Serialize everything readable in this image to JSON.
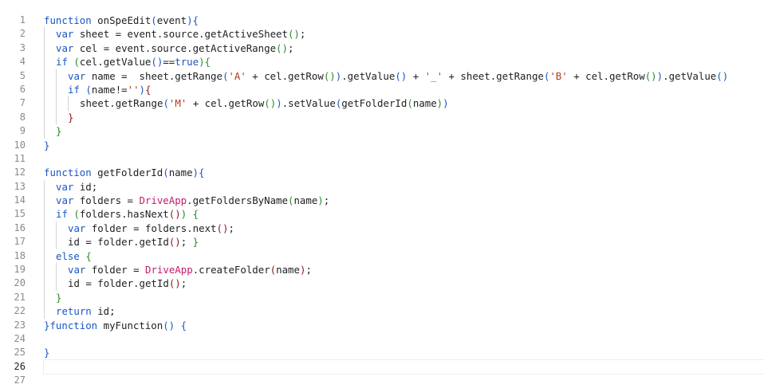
{
  "editor": {
    "current_line": 26,
    "lines": [
      {
        "n": "1",
        "indent": 0,
        "tokens": [
          [
            "kw",
            "function"
          ],
          [
            "t",
            " onSpeEdit"
          ],
          [
            "p1",
            "("
          ],
          [
            "t",
            "event"
          ],
          [
            "p1",
            ")"
          ],
          [
            "p1",
            "{"
          ]
        ]
      },
      {
        "n": "2",
        "indent": 1,
        "tokens": [
          [
            "kw",
            "var"
          ],
          [
            "t",
            " sheet = event.source.getActiveSheet"
          ],
          [
            "p2",
            "()"
          ],
          [
            "t",
            ";"
          ]
        ]
      },
      {
        "n": "3",
        "indent": 1,
        "tokens": [
          [
            "kw",
            "var"
          ],
          [
            "t",
            " cel = event.source.getActiveRange"
          ],
          [
            "p2",
            "()"
          ],
          [
            "t",
            ";"
          ]
        ]
      },
      {
        "n": "4",
        "indent": 1,
        "tokens": [
          [
            "kw",
            "if"
          ],
          [
            "t",
            " "
          ],
          [
            "p2",
            "("
          ],
          [
            "t",
            "cel.getValue"
          ],
          [
            "p1",
            "()"
          ],
          [
            "t",
            "=="
          ],
          [
            "kw",
            "true"
          ],
          [
            "p2",
            ")"
          ],
          [
            "p2",
            "{"
          ]
        ]
      },
      {
        "n": "5",
        "indent": 2,
        "tokens": [
          [
            "kw",
            "var"
          ],
          [
            "t",
            " name =  sheet.getRange"
          ],
          [
            "p1",
            "("
          ],
          [
            "str",
            "'A'"
          ],
          [
            "t",
            " + cel.getRow"
          ],
          [
            "p2",
            "()"
          ],
          [
            "p1",
            ")"
          ],
          [
            "t",
            ".getValue"
          ],
          [
            "p1",
            "()"
          ],
          [
            "t",
            " + "
          ],
          [
            "str",
            "'_'"
          ],
          [
            "t",
            " + sheet.getRange"
          ],
          [
            "p1",
            "("
          ],
          [
            "str",
            "'B'"
          ],
          [
            "t",
            " + cel.getRow"
          ],
          [
            "p2",
            "()"
          ],
          [
            "p1",
            ")"
          ],
          [
            "t",
            ".getValue"
          ],
          [
            "p1",
            "()"
          ]
        ]
      },
      {
        "n": "6",
        "indent": 2,
        "tokens": [
          [
            "kw",
            "if"
          ],
          [
            "t",
            " "
          ],
          [
            "p1",
            "("
          ],
          [
            "t",
            "name!="
          ],
          [
            "str",
            "''"
          ],
          [
            "p1",
            ")"
          ],
          [
            "p3",
            "{"
          ]
        ]
      },
      {
        "n": "7",
        "indent": 3,
        "tokens": [
          [
            "t",
            "sheet.getRange"
          ],
          [
            "p1",
            "("
          ],
          [
            "str",
            "'M'"
          ],
          [
            "t",
            " + cel.getRow"
          ],
          [
            "p2",
            "()"
          ],
          [
            "p1",
            ")"
          ],
          [
            "t",
            ".setValue"
          ],
          [
            "p1",
            "("
          ],
          [
            "t",
            "getFolderId"
          ],
          [
            "p2",
            "("
          ],
          [
            "t",
            "name"
          ],
          [
            "p2",
            ")"
          ],
          [
            "p1",
            ")"
          ]
        ]
      },
      {
        "n": "8",
        "indent": 2,
        "tokens": [
          [
            "p3",
            "}"
          ]
        ]
      },
      {
        "n": "9",
        "indent": 1,
        "tokens": [
          [
            "p2",
            "}"
          ]
        ]
      },
      {
        "n": "10",
        "indent": 0,
        "tokens": [
          [
            "p1",
            "}"
          ]
        ]
      },
      {
        "n": "11",
        "indent": 0,
        "tokens": []
      },
      {
        "n": "12",
        "indent": 0,
        "tokens": [
          [
            "kw",
            "function"
          ],
          [
            "t",
            " getFolderId"
          ],
          [
            "p1",
            "("
          ],
          [
            "t",
            "name"
          ],
          [
            "p1",
            ")"
          ],
          [
            "p1",
            "{"
          ]
        ]
      },
      {
        "n": "13",
        "indent": 1,
        "tokens": [
          [
            "kw",
            "var"
          ],
          [
            "t",
            " id;"
          ]
        ]
      },
      {
        "n": "14",
        "indent": 1,
        "tokens": [
          [
            "kw",
            "var"
          ],
          [
            "t",
            " folders = "
          ],
          [
            "cls",
            "DriveApp"
          ],
          [
            "t",
            ".getFoldersByName"
          ],
          [
            "p2",
            "("
          ],
          [
            "t",
            "name"
          ],
          [
            "p2",
            ")"
          ],
          [
            "t",
            ";"
          ]
        ]
      },
      {
        "n": "15",
        "indent": 1,
        "tokens": [
          [
            "kw",
            "if"
          ],
          [
            "t",
            " "
          ],
          [
            "p2",
            "("
          ],
          [
            "t",
            "folders.hasNext"
          ],
          [
            "p3",
            "()"
          ],
          [
            "p2",
            ")"
          ],
          [
            "t",
            " "
          ],
          [
            "p2",
            "{"
          ]
        ]
      },
      {
        "n": "16",
        "indent": 2,
        "tokens": [
          [
            "kw",
            "var"
          ],
          [
            "t",
            " folder = folders.next"
          ],
          [
            "p3",
            "()"
          ],
          [
            "t",
            ";"
          ]
        ]
      },
      {
        "n": "17",
        "indent": 2,
        "tokens": [
          [
            "t",
            "id = folder.getId"
          ],
          [
            "p3",
            "()"
          ],
          [
            "t",
            "; "
          ],
          [
            "p2",
            "}"
          ]
        ]
      },
      {
        "n": "18",
        "indent": 1,
        "tokens": [
          [
            "kw",
            "else"
          ],
          [
            "t",
            " "
          ],
          [
            "p2",
            "{"
          ]
        ]
      },
      {
        "n": "19",
        "indent": 2,
        "tokens": [
          [
            "kw",
            "var"
          ],
          [
            "t",
            " folder = "
          ],
          [
            "cls",
            "DriveApp"
          ],
          [
            "t",
            ".createFolder"
          ],
          [
            "p3",
            "("
          ],
          [
            "t",
            "name"
          ],
          [
            "p3",
            ")"
          ],
          [
            "t",
            ";"
          ]
        ]
      },
      {
        "n": "20",
        "indent": 2,
        "tokens": [
          [
            "t",
            "id = folder.getId"
          ],
          [
            "p3",
            "()"
          ],
          [
            "t",
            ";"
          ]
        ]
      },
      {
        "n": "21",
        "indent": 1,
        "tokens": [
          [
            "p2",
            "}"
          ]
        ]
      },
      {
        "n": "22",
        "indent": 1,
        "tokens": [
          [
            "kw",
            "return"
          ],
          [
            "t",
            " id;"
          ]
        ]
      },
      {
        "n": "23",
        "indent": 0,
        "tokens": [
          [
            "p1",
            "}"
          ],
          [
            "kw",
            "function"
          ],
          [
            "t",
            " myFunction"
          ],
          [
            "p1",
            "()"
          ],
          [
            "t",
            " "
          ],
          [
            "p1",
            "{"
          ]
        ]
      },
      {
        "n": "24",
        "indent": 0,
        "tokens": []
      },
      {
        "n": "25",
        "indent": 0,
        "tokens": [
          [
            "p1",
            "}"
          ]
        ]
      },
      {
        "n": "26",
        "indent": 0,
        "tokens": []
      },
      {
        "n": "27",
        "indent": 0,
        "tokens": []
      }
    ]
  }
}
